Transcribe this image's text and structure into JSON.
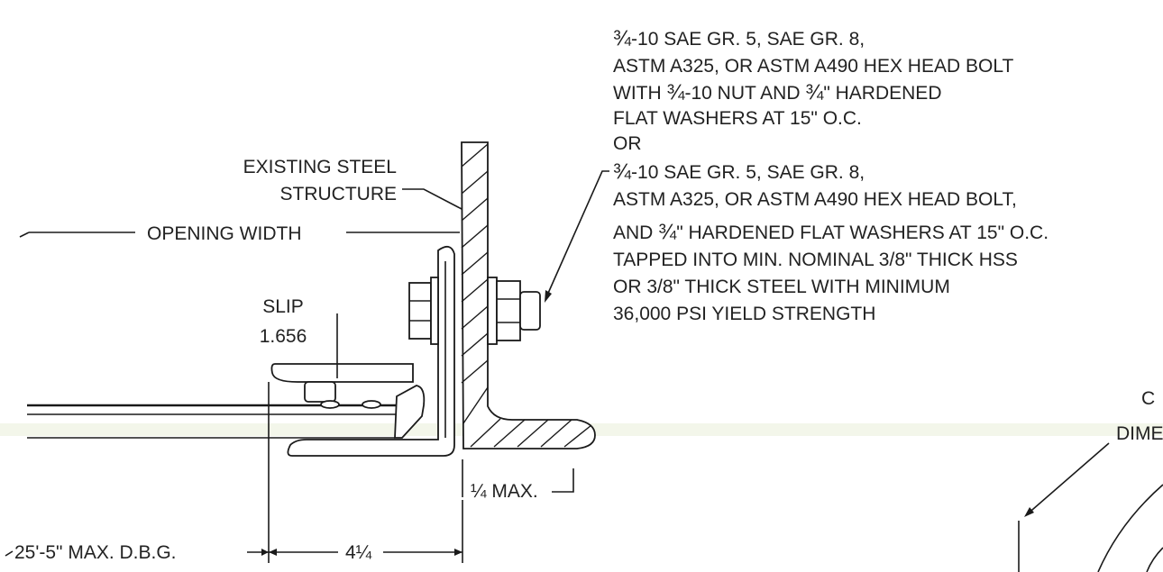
{
  "note_primary": {
    "line1_frac": "¾",
    "line1_rest": "-10 SAE GR. 5, SAE GR. 8,",
    "line2": "ASTM A325, OR ASTM A490 HEX HEAD BOLT",
    "line3_pre": "WITH ",
    "line3_frac1": "¾",
    "line3_mid": "-10 NUT AND ",
    "line3_frac2": "¾",
    "line3_post": "\" HARDENED",
    "line4": "FLAT WASHERS AT 15\" O.C.",
    "line5": "OR"
  },
  "note_alternate": {
    "line1_frac": "¾",
    "line1_rest": "-10 SAE GR. 5, SAE GR. 8,",
    "line2": "ASTM A325, OR ASTM A490 HEX HEAD BOLT,",
    "line3_pre": "AND ",
    "line3_frac": "¾",
    "line3_post": "\" HARDENED FLAT WASHERS AT 15\" O.C.",
    "line4": "TAPPED INTO MIN. NOMINAL 3/8\" THICK HSS",
    "line5": "OR 3/8\" THICK STEEL WITH MINIMUM",
    "line6": "36,000 PSI YIELD STRENGTH"
  },
  "labels": {
    "existing_steel_1": "EXISTING STEEL",
    "existing_steel_2": "STRUCTURE",
    "opening_width": "OPENING WIDTH",
    "slip_label": "SLIP",
    "slip_value": "1.656",
    "max_gap": "¼ MAX.",
    "max_dbg": "25'-5\" MAX. D.B.G.",
    "dim_4_1_4": "4¼",
    "edge_fragment_1": "C",
    "edge_fragment_2": "DIME"
  }
}
